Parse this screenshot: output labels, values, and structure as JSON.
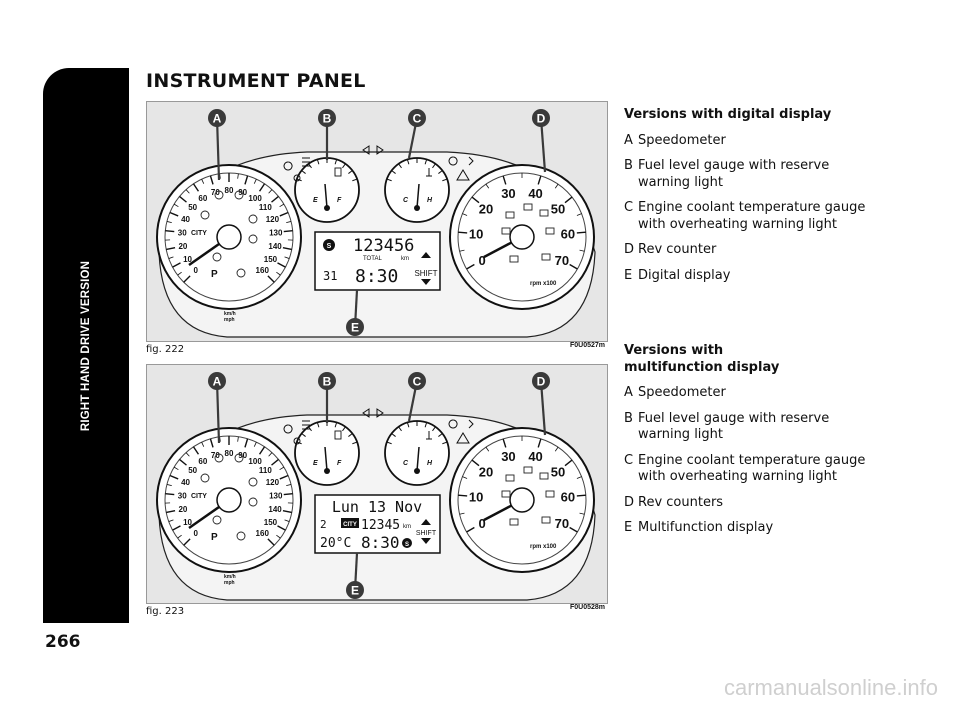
{
  "sidebar": {
    "label": "RIGHT HAND DRIVE VERSION"
  },
  "page_number": "266",
  "title": "INSTRUMENT PANEL",
  "figures": [
    {
      "label": "fig. 222",
      "code": "F0U0527m",
      "callouts": [
        "A",
        "B",
        "C",
        "D",
        "E"
      ],
      "speedo_ticks": [
        "0",
        "10",
        "20",
        "30",
        "40",
        "50",
        "60",
        "70",
        "80",
        "90",
        "100",
        "110",
        "120",
        "130",
        "140",
        "150",
        "160"
      ],
      "speedo_unit_top": "km/h",
      "speedo_unit_bottom": "mph",
      "city": "CITY",
      "gear_P": "P",
      "fuel_E": "E",
      "fuel_F": "F",
      "temp_C": "C",
      "temp_H": "H",
      "rev_ticks": [
        "0",
        "10",
        "20",
        "30",
        "40",
        "50",
        "60",
        "70"
      ],
      "rev_unit": "rpm x100",
      "display_line1": "123456",
      "display_line2_left": "31",
      "display_time": "8:30",
      "display_total": "TOTAL",
      "display_km": "km",
      "display_shift": "SHIFT",
      "display_s": "S"
    },
    {
      "label": "fig. 223",
      "code": "F0U0528m",
      "callouts": [
        "A",
        "B",
        "C",
        "D",
        "E"
      ],
      "speedo_ticks": [
        "0",
        "10",
        "20",
        "30",
        "40",
        "50",
        "60",
        "70",
        "80",
        "90",
        "100",
        "110",
        "120",
        "130",
        "140",
        "150",
        "160"
      ],
      "speedo_unit_top": "km/h",
      "speedo_unit_bottom": "mph",
      "city": "CITY",
      "gear_P": "P",
      "fuel_E": "E",
      "fuel_F": "F",
      "temp_C": "C",
      "temp_H": "H",
      "rev_ticks": [
        "0",
        "10",
        "20",
        "30",
        "40",
        "50",
        "60",
        "70"
      ],
      "rev_unit": "rpm x100",
      "display_line1": "Lun 13 Nov",
      "display_line2_left": "2",
      "display_city": "CITY",
      "display_odo": "12345",
      "display_km": "km",
      "display_temp": "20°C",
      "display_time": "8:30",
      "display_shift": "SHIFT",
      "display_s": "S"
    }
  ],
  "section1": {
    "heading": "Versions with digital display",
    "items": [
      {
        "letter": "A",
        "text": "Speedometer"
      },
      {
        "letter": "B",
        "text": "Fuel level gauge with reserve warning light"
      },
      {
        "letter": "C",
        "text": "Engine coolant temperature gauge with overheating warning light"
      },
      {
        "letter": "D",
        "text": "Rev counter"
      },
      {
        "letter": "E",
        "text": "Digital display"
      }
    ]
  },
  "section2": {
    "heading_line1": "Versions with",
    "heading_line2": "multifunction display",
    "items": [
      {
        "letter": "A",
        "text": "Speedometer"
      },
      {
        "letter": "B",
        "text": "Fuel level gauge with reserve warning light"
      },
      {
        "letter": "C",
        "text": "Engine coolant temperature gauge with overheating warning light"
      },
      {
        "letter": "D",
        "text": "Rev counters"
      },
      {
        "letter": "E",
        "text": "Multifunction display"
      }
    ]
  },
  "watermark": "carmanualsonline.info",
  "colors": {
    "sidebar": "#000000",
    "figure_bg": "#e6e6e6",
    "callout": "#3a3a3a"
  }
}
